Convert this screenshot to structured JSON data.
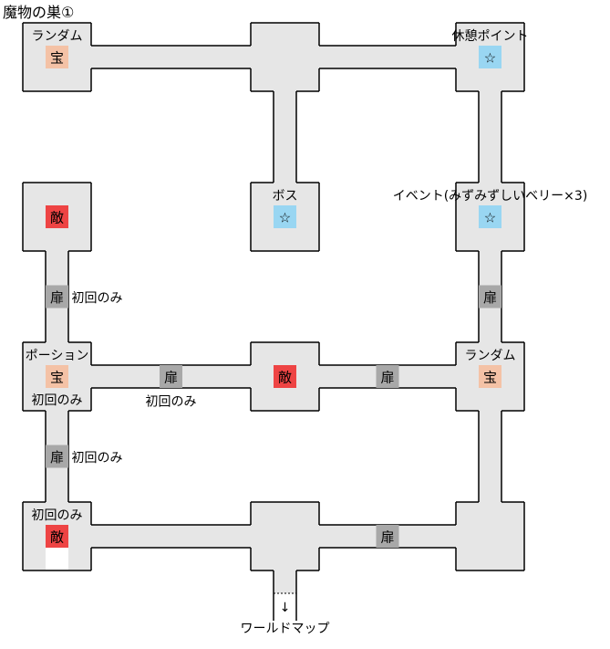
{
  "title": "魔物の巣①",
  "colors": {
    "floor": "#e6e6e6",
    "wall": "#000000",
    "treasure": "#f4c2a6",
    "enemy": "#ee4444",
    "star": "#99d6f2",
    "door": "#a8a8a8",
    "gap": "#ffffff"
  },
  "icons": {
    "treasure": "宝",
    "enemy": "敵",
    "star": "☆",
    "door": "扉",
    "exit_arrow": "↓"
  },
  "rooms": [
    {
      "id": "room-top-left",
      "col": 0,
      "row": 0,
      "label": "ランダム",
      "tile": "treasure"
    },
    {
      "id": "room-top-center",
      "col": 1,
      "row": 0,
      "label": "",
      "tile": ""
    },
    {
      "id": "room-top-right",
      "col": 2,
      "row": 0,
      "label": "休憩ポイント",
      "tile": "star"
    },
    {
      "id": "room-upper-left",
      "col": 0,
      "row": 1,
      "label": "",
      "tile": "enemy"
    },
    {
      "id": "room-boss",
      "col": 1,
      "row": 1,
      "label": "ボス",
      "tile": "star"
    },
    {
      "id": "room-event",
      "col": 2,
      "row": 1,
      "label": "イベント(みずみずしいベリー×3)",
      "tile": "star"
    },
    {
      "id": "room-potion",
      "col": 0,
      "row": 2,
      "label": "ポーション",
      "tile": "treasure",
      "sublabel": "初回のみ"
    },
    {
      "id": "room-mid-center",
      "col": 1,
      "row": 2,
      "label": "",
      "tile": "enemy"
    },
    {
      "id": "room-mid-right",
      "col": 2,
      "row": 2,
      "label": "ランダム",
      "tile": "treasure"
    },
    {
      "id": "room-bottom-left",
      "col": 0,
      "row": 3,
      "label": "初回のみ",
      "tile": "enemy"
    },
    {
      "id": "room-entrance",
      "col": 1,
      "row": 3,
      "label": "",
      "tile": ""
    },
    {
      "id": "room-bottom-right",
      "col": 2,
      "row": 3,
      "label": "",
      "tile": ""
    }
  ],
  "corridors": [
    {
      "from": [
        0,
        0
      ],
      "to": [
        1,
        0
      ]
    },
    {
      "from": [
        1,
        0
      ],
      "to": [
        2,
        0
      ]
    },
    {
      "from": [
        1,
        0
      ],
      "to": [
        1,
        1
      ]
    },
    {
      "from": [
        2,
        0
      ],
      "to": [
        2,
        1
      ]
    },
    {
      "from": [
        0,
        1
      ],
      "to": [
        0,
        2
      ],
      "door": true,
      "door_note": "初回のみ"
    },
    {
      "from": [
        2,
        1
      ],
      "to": [
        2,
        2
      ],
      "door": true
    },
    {
      "from": [
        0,
        2
      ],
      "to": [
        1,
        2
      ],
      "door": true,
      "door_note": "初回のみ"
    },
    {
      "from": [
        1,
        2
      ],
      "to": [
        2,
        2
      ],
      "door": true
    },
    {
      "from": [
        0,
        2
      ],
      "to": [
        0,
        3
      ],
      "door": true,
      "door_note": "初回のみ"
    },
    {
      "from": [
        2,
        2
      ],
      "to": [
        2,
        3
      ]
    },
    {
      "from": [
        0,
        3
      ],
      "to": [
        1,
        3
      ]
    },
    {
      "from": [
        1,
        3
      ],
      "to": [
        2,
        3
      ],
      "door": true
    }
  ],
  "exit": {
    "label": "ワールドマップ"
  }
}
